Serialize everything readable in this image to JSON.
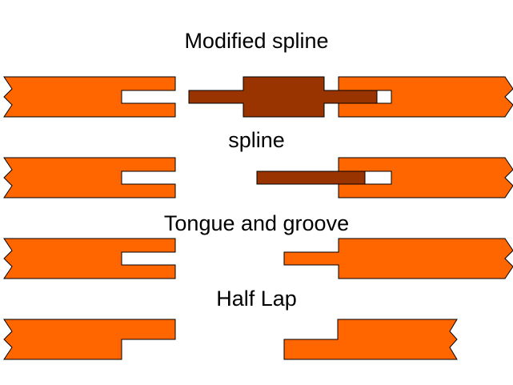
{
  "title": "Wood joints diagram",
  "colors": {
    "board": "#ff6600",
    "spline": "#993300",
    "outline": "#000000",
    "background": "#ffffff"
  },
  "joints": [
    {
      "label": "Modified spline"
    },
    {
      "label": "spline"
    },
    {
      "label": "Tongue and groove"
    },
    {
      "label": "Half Lap"
    }
  ]
}
